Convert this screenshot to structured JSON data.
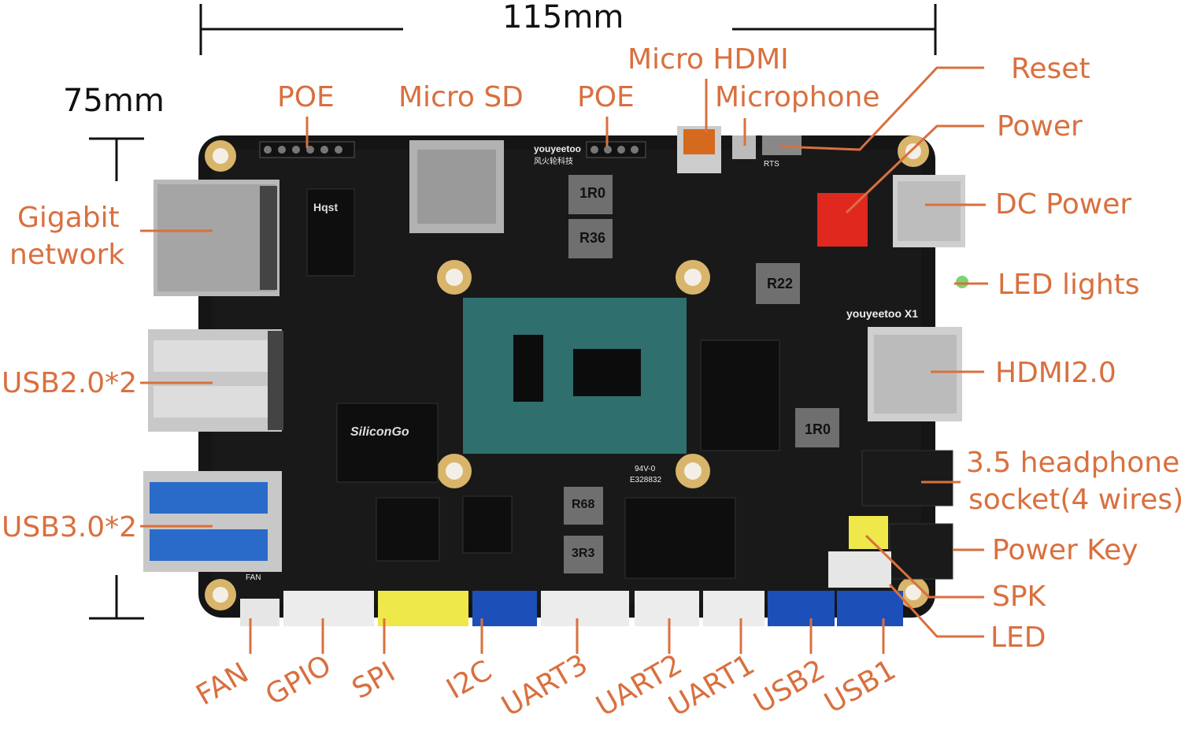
{
  "dimensions": {
    "width_label": "115mm",
    "height_label": "75mm"
  },
  "board": {
    "brand_text": "youyeetoo X1",
    "logo_text": "youyeetoo",
    "logo_subtext": "风火轮科技"
  },
  "chips": {
    "inductor_1r0_a": "1R0",
    "inductor_r36": "R36",
    "inductor_r22": "R22",
    "inductor_1r0_b": "1R0",
    "inductor_r68": "R68",
    "inductor_3r3": "3R3",
    "emmc": "SiliconGo",
    "ethernet_chip": "Hqst",
    "rts_label": "RTS",
    "fan_label": "FAN",
    "cert_text": "94V-0",
    "cert_number": "E328832"
  },
  "labels": {
    "poe_left": "POE",
    "micro_sd": "Micro SD",
    "poe_right": "POE",
    "micro_hdmi": "Micro HDMI",
    "microphone": "Microphone",
    "reset": "Reset",
    "power": "Power",
    "dc_power": "DC Power",
    "led_lights": "LED lights",
    "hdmi": "HDMI2.0",
    "headphone_line1": "3.5 headphone",
    "headphone_line2": "socket(4 wires)",
    "power_key": "Power Key",
    "spk": "SPK",
    "led": "LED",
    "gigabit_line1": "Gigabit",
    "gigabit_line2": "network",
    "usb2": "USB2.0*2",
    "usb3": "USB3.0*2",
    "fan": "FAN",
    "gpio": "GPIO",
    "spi": "SPI",
    "i2c": "I2C",
    "uart3": "UART3",
    "uart2": "UART2",
    "uart1": "UART1",
    "usb2_header": "USB2",
    "usb1_header": "USB1"
  },
  "colors": {
    "label": "#d9703f",
    "pcb": "#151515",
    "connector_blue": "#1d4fb8",
    "connector_yellow": "#efe84a",
    "soc": "#2f6f6e",
    "red_connector": "#e0281f"
  }
}
